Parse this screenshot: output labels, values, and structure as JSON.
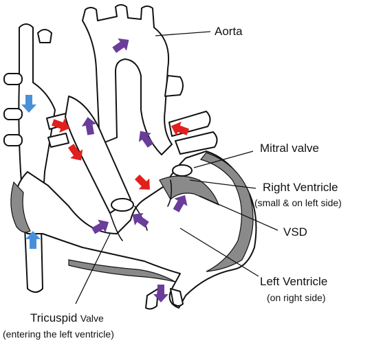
{
  "labels": {
    "aorta": "Aorta",
    "mitral_valve": "Mitral valve",
    "right_ventricle": "Right Ventricle",
    "right_ventricle_note": "(small & on left side)",
    "vsd": "VSD",
    "left_ventricle": "Left Ventricle",
    "left_ventricle_note": "(on right side)",
    "tricuspid_main": "Tricuspid",
    "tricuspid_valve_word": "Valve",
    "tricuspid_note": "(entering the left ventricle)"
  },
  "colors": {
    "deoxygenated_arrow": "#4a90d9",
    "oxygenated_arrow": "#e0201c",
    "mixed_arrow": "#6a3d9a",
    "muscle_fill": "#8a8a8a",
    "outline": "#111111"
  },
  "icons": [
    "blue-arrow-icon",
    "red-arrow-icon",
    "purple-arrow-icon"
  ]
}
